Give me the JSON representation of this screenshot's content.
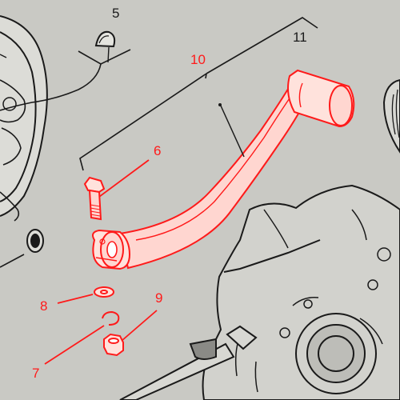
{
  "diagram": {
    "callouts": [
      {
        "id": "5",
        "label": "5",
        "highlighted": false
      },
      {
        "id": "11",
        "label": "11",
        "highlighted": false
      },
      {
        "id": "10",
        "label": "10",
        "highlighted": true
      },
      {
        "id": "6",
        "label": "6",
        "highlighted": true
      },
      {
        "id": "8",
        "label": "8",
        "highlighted": true
      },
      {
        "id": "9",
        "label": "9",
        "highlighted": true
      },
      {
        "id": "7",
        "label": "7",
        "highlighted": true
      }
    ],
    "colors": {
      "paper": "#c9c9c4",
      "ink": "#1a1a1a",
      "highlight": "#ff1a1a",
      "highlight_fill": "#ffd6d0"
    }
  }
}
